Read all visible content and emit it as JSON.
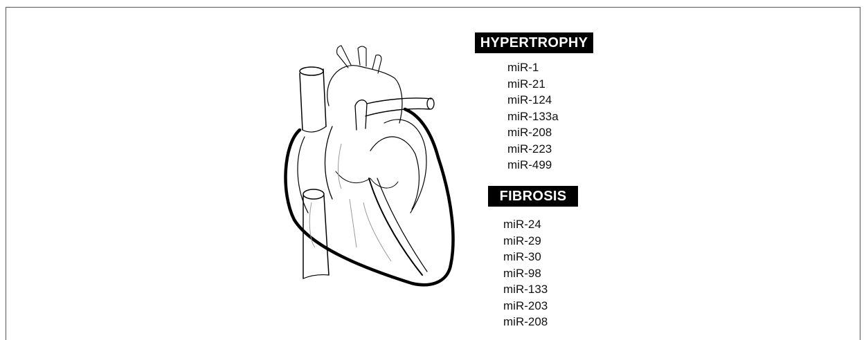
{
  "hypertrophy": {
    "heading": "HYPERTROPHY",
    "items": [
      "miR-1",
      "miR-21",
      "miR-124",
      "miR-133a",
      "miR-208",
      "miR-223",
      "miR-499"
    ]
  },
  "fibrosis": {
    "heading": "FIBROSIS",
    "items": [
      "miR-24",
      "miR-29",
      "miR-30",
      "miR-98",
      "miR-133",
      "miR-203",
      "miR-208"
    ]
  },
  "illustration": {
    "icon": "heart-icon",
    "colors": {
      "line": "#000000",
      "fill": "#ffffff",
      "light_line": "#9a9a9a"
    }
  }
}
